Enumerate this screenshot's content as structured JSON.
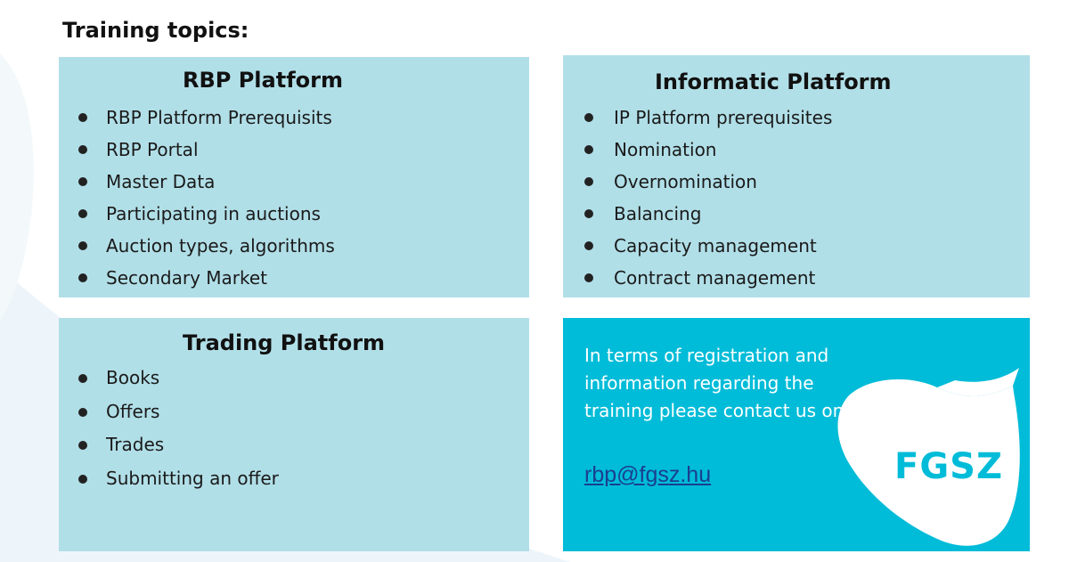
{
  "page": {
    "heading": "Training topics:"
  },
  "panels": {
    "rbp": {
      "title": "RBP Platform",
      "items": [
        "RBP Platform Prerequisits",
        "RBP Portal",
        "Master Data",
        "Participating in auctions",
        "Auction types, algorithms",
        "Secondary Market"
      ]
    },
    "informatic": {
      "title": "Informatic Platform",
      "items": [
        "IP Platform prerequisites",
        "Nomination",
        "Overnomination",
        "Balancing",
        "Capacity management",
        "Contract management"
      ]
    },
    "trading": {
      "title": "Trading Platform",
      "items": [
        "Books",
        "Offers",
        "Trades",
        "Submitting an offer"
      ]
    },
    "contact": {
      "text": "In terms of registration and information regarding the training please contact us on:",
      "email": "rbp@fgsz.hu",
      "logo_text": "FGSZ"
    }
  },
  "colors": {
    "panel_light": "#b1dfe8",
    "panel_accent": "#00bcd8",
    "link": "#1a3f8f",
    "text": "#111111"
  },
  "icons": {
    "bullet": "bullet-dot-icon",
    "logo": "fgsz-logo"
  }
}
